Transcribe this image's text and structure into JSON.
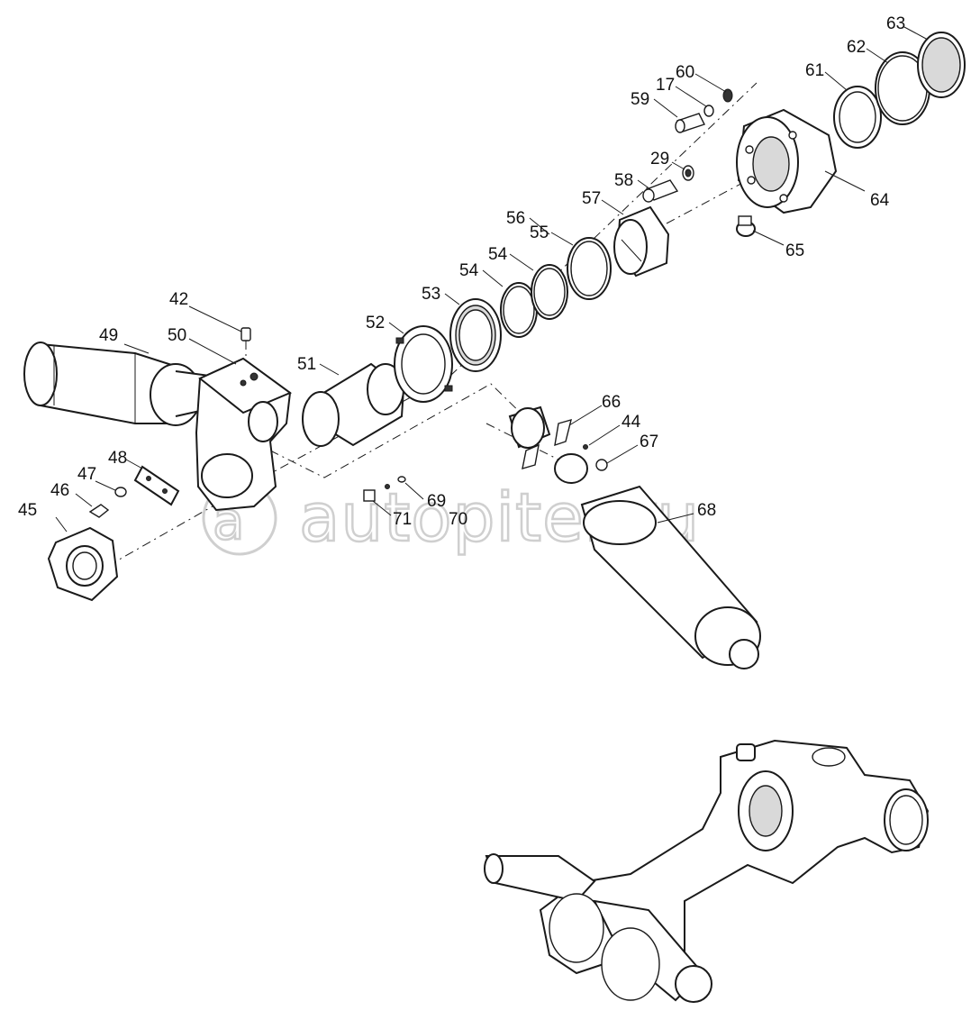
{
  "watermark": {
    "text": "autopiter.ru"
  },
  "callouts": {
    "c42": "42",
    "c44": "44",
    "c45": "45",
    "c46": "46",
    "c47": "47",
    "c48": "48",
    "c49": "49",
    "c50": "50",
    "c51": "51",
    "c52": "52",
    "c53": "53",
    "c54a": "54",
    "c54b": "54",
    "c55": "55",
    "c56": "56",
    "c57": "57",
    "c58": "58",
    "c59": "59",
    "c17": "17",
    "c60": "60",
    "c29": "29",
    "c61": "61",
    "c62": "62",
    "c63": "63",
    "c64": "64",
    "c65": "65",
    "c66": "66",
    "c67": "67",
    "c68": "68",
    "c69": "69",
    "c70": "70",
    "c71": "71"
  }
}
